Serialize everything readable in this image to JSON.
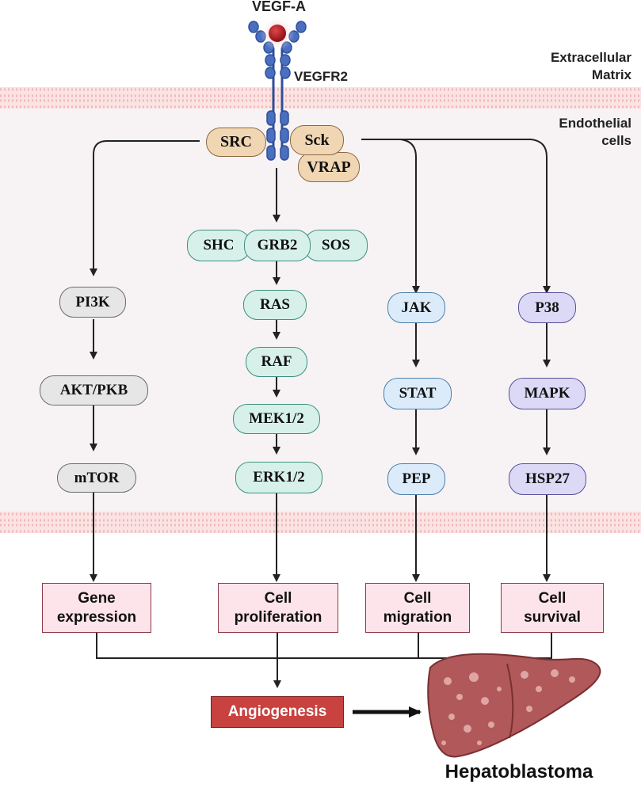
{
  "ligand": "VEGF-A",
  "receptor": "VEGFR2",
  "regions": {
    "extracellular": "Extracellular\nMatrix",
    "intracellular": "Endothelial\ncells"
  },
  "adaptors": {
    "src": "SRC",
    "sck": "Sck",
    "vrap": "VRAP"
  },
  "complex": {
    "shc": "SHC",
    "grb2": "GRB2",
    "sos": "SOS"
  },
  "pathways": {
    "pi3k": [
      "PI3K",
      "AKT/PKB",
      "mTOR"
    ],
    "mapk": [
      "RAS",
      "RAF",
      "MEK1/2",
      "ERK1/2"
    ],
    "jak": [
      "JAK",
      "STAT",
      "PEP"
    ],
    "p38": [
      "P38",
      "MAPK",
      "HSP27"
    ]
  },
  "outcomes": {
    "gene": "Gene\nexpression",
    "proliferation": "Cell\nproliferation",
    "migration": "Cell\nmigration",
    "survival": "Cell\nsurvival"
  },
  "result": "Angiogenesis",
  "disease": "Hepatoblastoma",
  "colors": {
    "membrane": "#f4c7c7",
    "cell_bg": "#f7f3f4",
    "receptor": "#2f4f9a",
    "ligand": "#b0181e",
    "outcome_fill": "#fde4ea",
    "angiogenesis_fill": "#c8423f",
    "liver": "#b0585a"
  }
}
